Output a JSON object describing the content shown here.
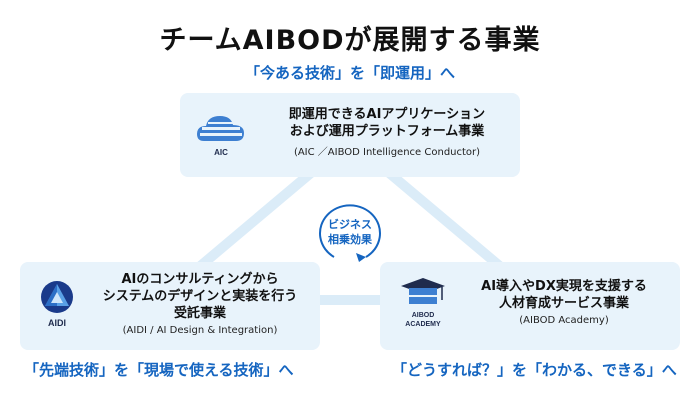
{
  "title": "チームAIBODが展開する事業",
  "taglines": {
    "top": "「今ある技術」を「即運用」へ",
    "left": "「先端技術」を「現場で使える技術」へ",
    "right": "「どうすれば？」を「わかる、できる」へ"
  },
  "center": {
    "line1": "ビジネス",
    "line2": "相乗効果"
  },
  "cards": {
    "aic": {
      "logo_text": "AIC",
      "line1": "即運用できるAIアプリケーション",
      "line2": "および運用プラットフォーム事業",
      "sub": "(AIC ／AIBOD Intelligence Conductor)",
      "icon": "cloud-icon"
    },
    "aidi": {
      "logo_text": "AIDI",
      "line1": "AIのコンサルティングから",
      "line2": "システムのデザインと実装を行う",
      "line3": "受託事業",
      "sub": "(AIDI / AI Design & Integration)",
      "icon": "prism-icon"
    },
    "academy": {
      "logo_text_1": "AIBOD",
      "logo_text_2": "ACADEMY",
      "line1": "AI導入やDX実現を支援する",
      "line2": "人材育成サービス事業",
      "sub": "(AIBOD Academy)",
      "icon": "graduation-cap-icon"
    }
  },
  "colors": {
    "accent": "#1565c0",
    "card_bg": "#e8f3fb",
    "triangle": "#dbecf8",
    "logo_dark": "#1f2b4d"
  }
}
